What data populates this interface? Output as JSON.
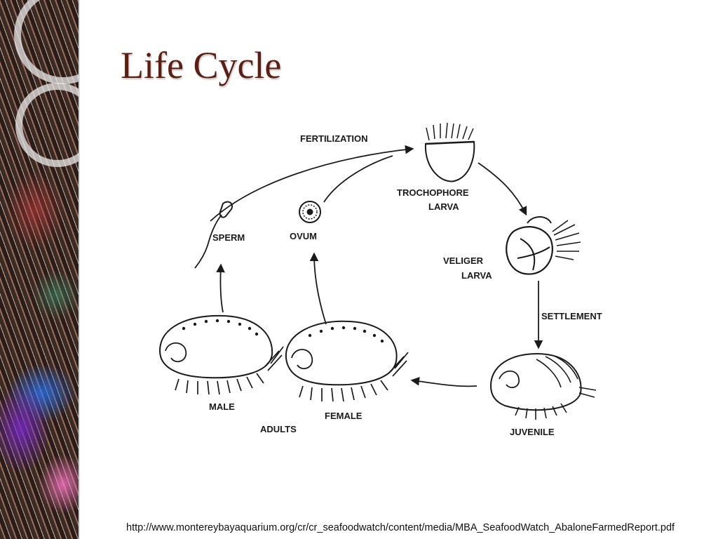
{
  "slide": {
    "title": "Life Cycle"
  },
  "diagram": {
    "labels": {
      "fertilization": "FERTILIZATION",
      "trochophore_line1": "TROCHOPHORE",
      "trochophore_line2": "LARVA",
      "veliger_line1": "VELIGER",
      "veliger_line2": "LARVA",
      "settlement": "SETTLEMENT",
      "juvenile": "JUVENILE",
      "female": "FEMALE",
      "male": "MALE",
      "adults": "ADULTS",
      "sperm": "SPERM",
      "ovum": "OVUM"
    }
  },
  "footer": {
    "source_url": "http://www.montereybayaquarium.org/cr/cr_seafoodwatch/content/media/MBA_SeafoodWatch_AbaloneFarmedReport.pdf"
  },
  "colors": {
    "title": "#5b1e12",
    "diagram_ink": "#1a1a1a"
  }
}
